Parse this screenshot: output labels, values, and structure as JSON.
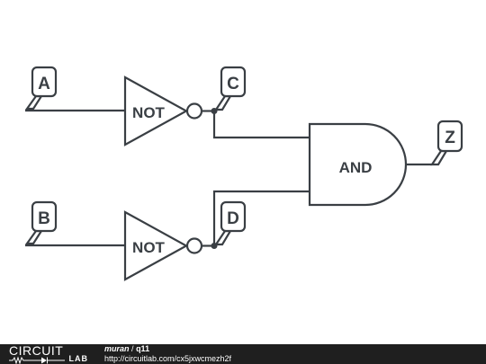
{
  "circuit": {
    "inputs": [
      {
        "label": "A"
      },
      {
        "label": "B"
      }
    ],
    "nodes": [
      {
        "label": "C"
      },
      {
        "label": "D"
      }
    ],
    "output": {
      "label": "Z"
    },
    "gates": {
      "not_top": "NOT",
      "not_bottom": "NOT",
      "and": "AND"
    }
  },
  "footer": {
    "brand_top": "CIRCUIT",
    "brand_bottom": "LAB",
    "author": "muran",
    "separator": "/",
    "title": "q11",
    "url": "http://circuitlab.com/cx5jxwcmezh2f"
  },
  "colors": {
    "ink": "#3a3f44",
    "footer_bg": "#1f1f1f"
  }
}
